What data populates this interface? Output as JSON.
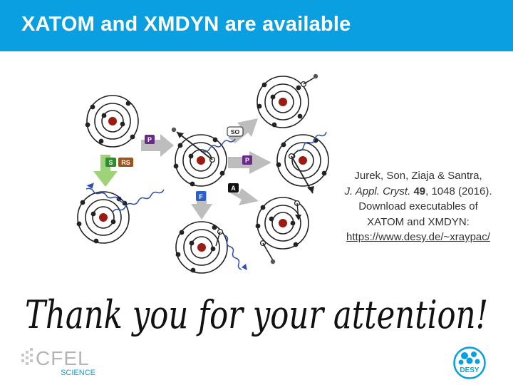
{
  "header": {
    "title": "XATOM and XMDYN are available",
    "color": "#0a9fe0"
  },
  "diagram": {
    "process_labels": {
      "photoionization_1": "P",
      "photoionization_2": "P",
      "shakeoff": "SO",
      "scattering_s": "S",
      "scattering_rs": "RS",
      "fluorescence": "F",
      "auger": "A"
    },
    "colors": {
      "nucleus": "#9b1b10",
      "photon": "#2f4fa8",
      "photoionization": "#6a2a8c",
      "scattering_s": "#2e8b2e",
      "scattering_rs": "#a0521e",
      "fluorescence": "#2a5fd0",
      "auger": "#111111",
      "arrow_gray": "#bdbdbd",
      "arrow_green": "#9ed37a"
    }
  },
  "reference": {
    "authors": "Jurek, Son, Ziaja & Santra,",
    "journal": "J. Appl. Cryst.",
    "volume": "49",
    "pages_year": ", 1048 (2016).",
    "download_line1": "Download executables of",
    "download_line2": "XATOM and XMDYN:",
    "url": "https://www.desy.de/~xraypac/"
  },
  "thanks": {
    "text": "Thank you for your attention!"
  },
  "logos": {
    "cfel_text": "CFEL",
    "cfel_sub": "SCIENCE",
    "desy_text": "DESY",
    "desy_color": "#0a9fe0"
  }
}
